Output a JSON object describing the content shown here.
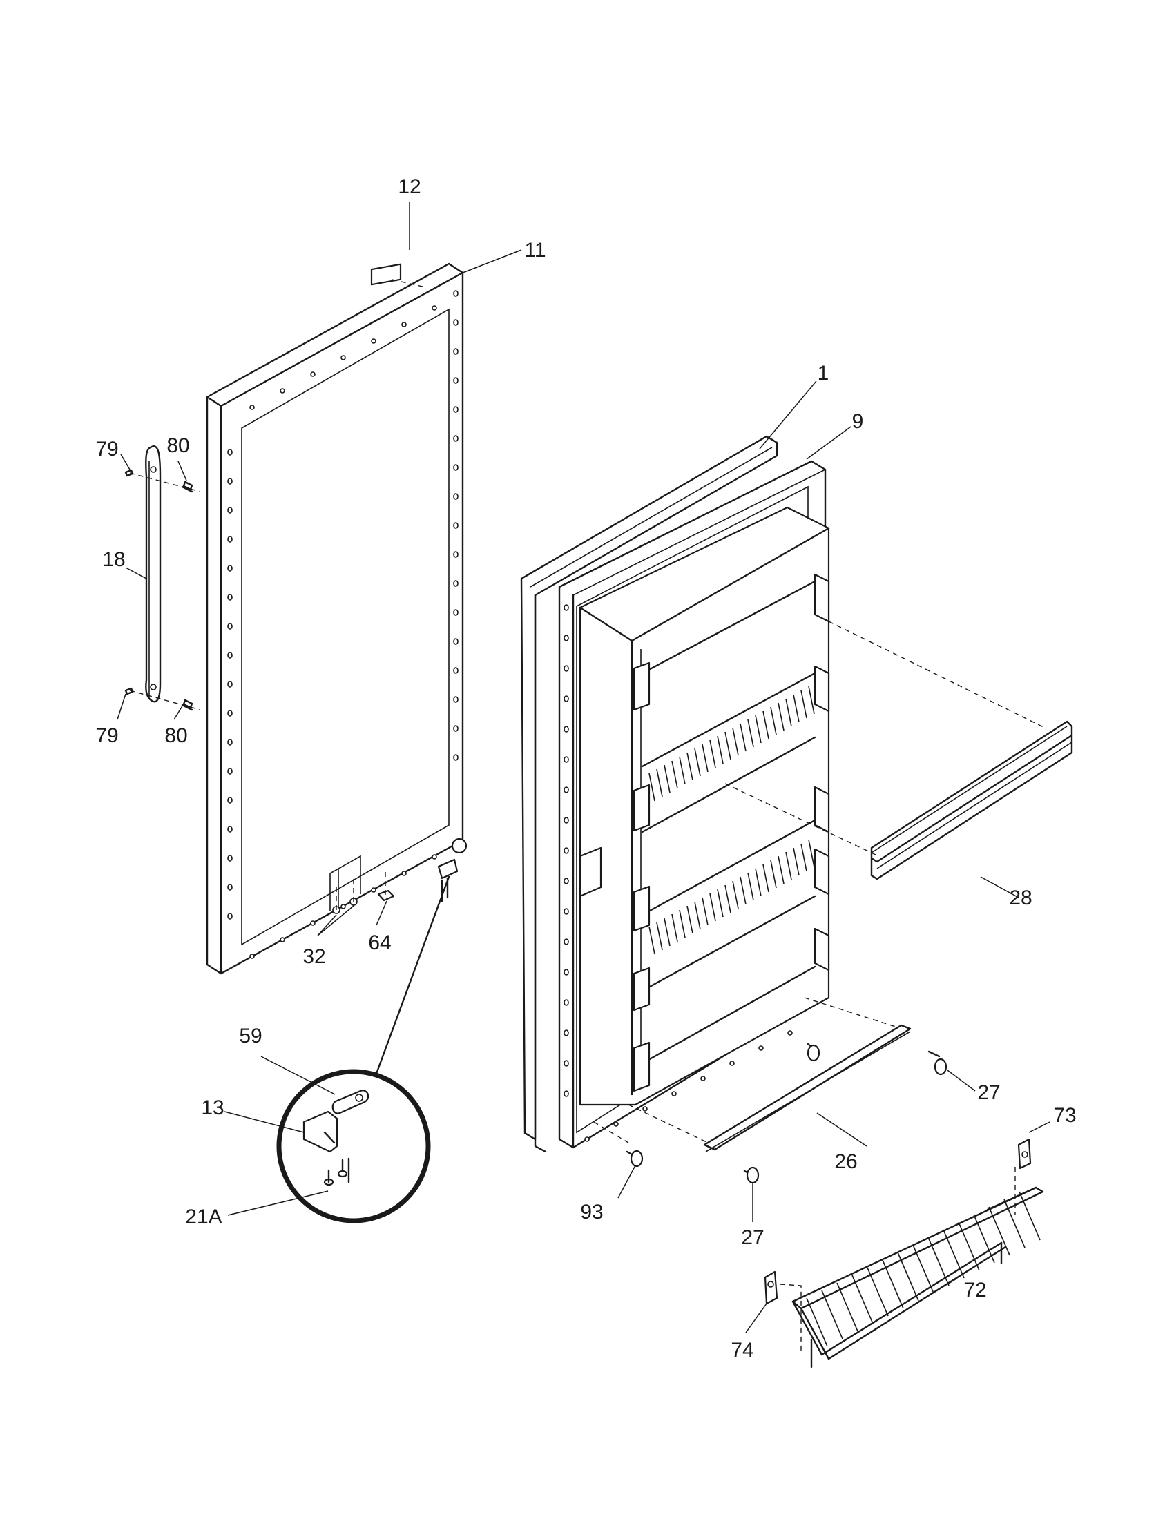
{
  "diagram": {
    "callouts": [
      {
        "id": "c12",
        "text": "12"
      },
      {
        "id": "c11",
        "text": "11"
      },
      {
        "id": "c1",
        "text": "1"
      },
      {
        "id": "c9",
        "text": "9"
      },
      {
        "id": "c79a",
        "text": "79"
      },
      {
        "id": "c80a",
        "text": "80"
      },
      {
        "id": "c18",
        "text": "18"
      },
      {
        "id": "c79b",
        "text": "79"
      },
      {
        "id": "c80b",
        "text": "80"
      },
      {
        "id": "c28",
        "text": "28"
      },
      {
        "id": "c32",
        "text": "32"
      },
      {
        "id": "c64",
        "text": "64"
      },
      {
        "id": "c59",
        "text": "59"
      },
      {
        "id": "c13",
        "text": "13"
      },
      {
        "id": "c21a",
        "text": "21A"
      },
      {
        "id": "c27a",
        "text": "27"
      },
      {
        "id": "c73",
        "text": "73"
      },
      {
        "id": "c26",
        "text": "26"
      },
      {
        "id": "c93",
        "text": "93"
      },
      {
        "id": "c27b",
        "text": "27"
      },
      {
        "id": "c72",
        "text": "72"
      },
      {
        "id": "c74",
        "text": "74"
      }
    ]
  }
}
